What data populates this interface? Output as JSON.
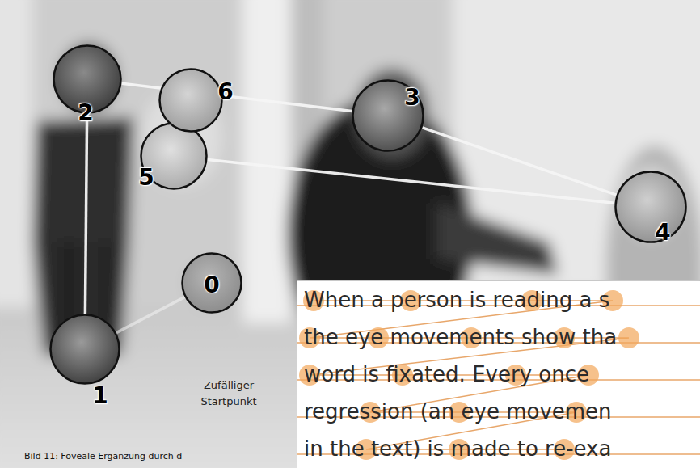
{
  "diagram": {
    "caption": "Bild 11: Foveale Ergänzung durch d",
    "nodes": [
      {
        "text": [
          "0"
        ]
      },
      {
        "text": [
          "1"
        ]
      },
      {
        "text": [
          "2"
        ]
      },
      {
        "text": [
          "3"
        ]
      },
      {
        "text": [
          "4"
        ]
      },
      {
        "text": [
          "5"
        ]
      },
      {
        "text": [
          "6"
        ]
      }
    ],
    "edges": [
      {
        "from": 0,
        "to": 1,
        "arrow": "none"
      },
      {
        "from": 1,
        "to": 2,
        "arrow": "none"
      },
      {
        "from": 2,
        "to": 3,
        "arrow": "none"
      },
      {
        "from": 3,
        "to": 4,
        "arrow": "none"
      },
      {
        "from": 4,
        "to": 5,
        "arrow": "none"
      },
      {
        "from": 5,
        "to": 6,
        "arrow": "none"
      }
    ],
    "labels": [
      "Zufälliger Startpunkt",
      "When a person is reading a s",
      "the eye movements show tha",
      "word is fixated. Every once",
      "regression (an eye movemen",
      "in the text) is made to re-exa"
    ]
  }
}
